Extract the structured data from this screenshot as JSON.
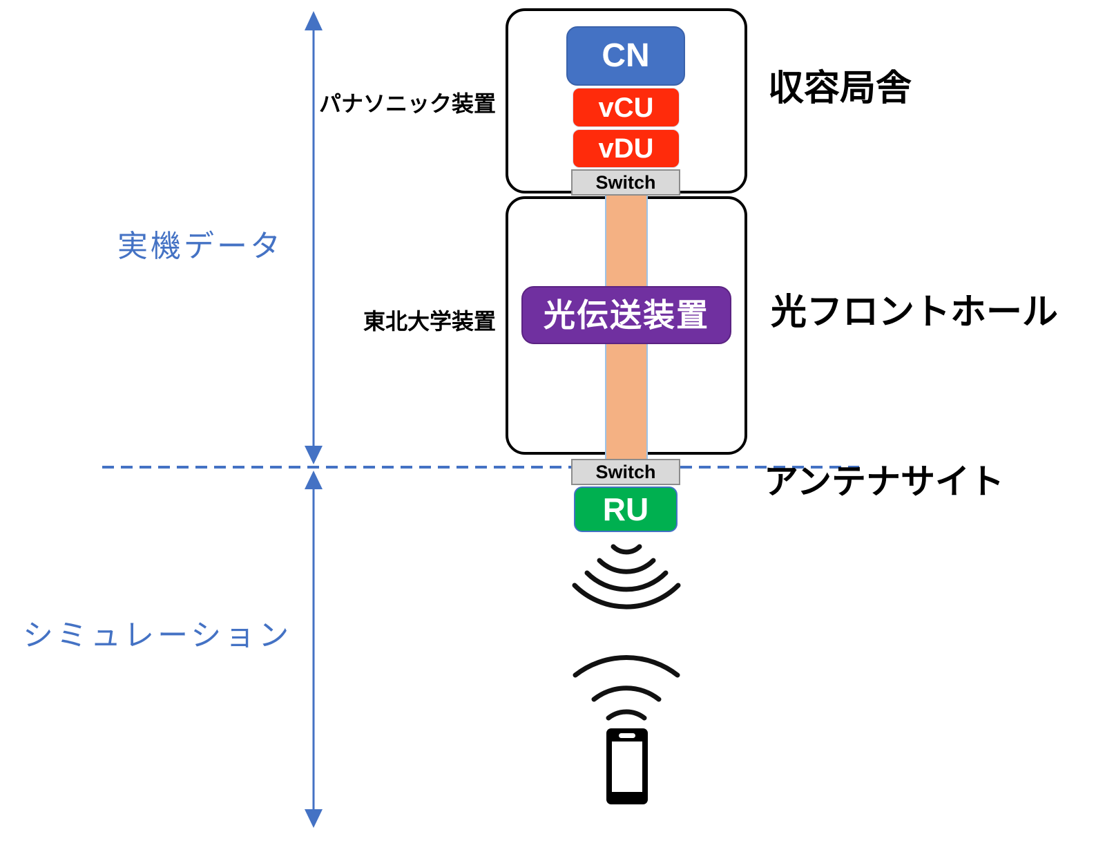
{
  "diagram": {
    "sections": {
      "real_data_label": "実機データ",
      "simulation_label": "シミュレーション"
    },
    "station": {
      "equipment_label": "パナソニック装置",
      "site_label": "収容局舎",
      "cn_label": "CN",
      "vcu_label": "vCU",
      "vdu_label": "vDU",
      "switch_label": "Switch"
    },
    "fronthaul": {
      "equipment_label": "東北大学装置",
      "site_label": "光フロントホール",
      "optical_transport_label": "光伝送装置"
    },
    "antenna": {
      "switch_label": "Switch",
      "site_label": "アンテナサイト",
      "ru_label": "RU"
    },
    "colors": {
      "accent_blue": "#4472C4",
      "cn_blue": "#4472C4",
      "node_red": "#FF2B0B",
      "transport_purple": "#7030A0",
      "ru_green": "#00B050",
      "fiber_orange": "#F4B183",
      "switch_gray": "#D9D9D9"
    }
  }
}
